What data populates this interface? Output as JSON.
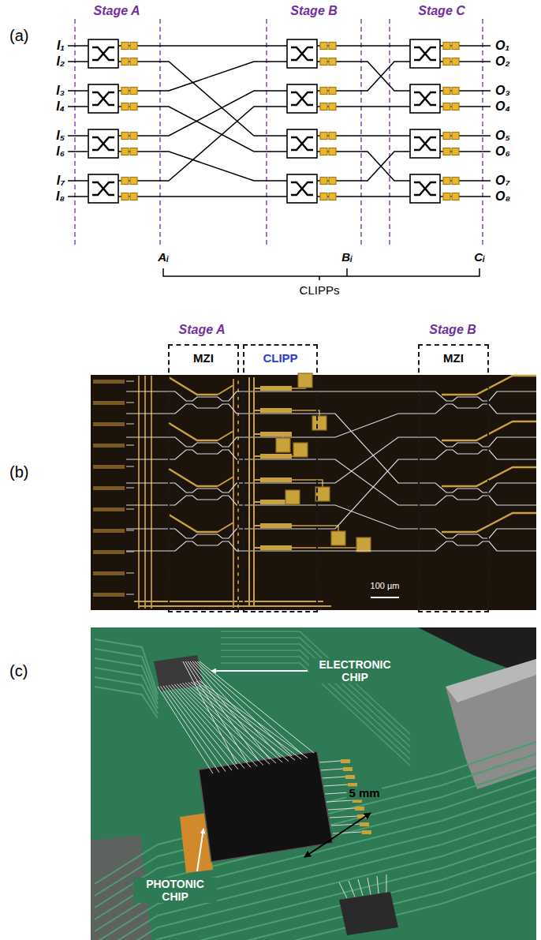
{
  "diagram": {
    "nodes": [
      {
        "text": [
          "MZI"
        ]
      },
      {
        "text": [
          "CLIPP"
        ]
      },
      {
        "text": [
          "MZI"
        ]
      }
    ],
    "labels": [
      "(a)",
      "Stage A",
      "Stage B",
      "Stage C",
      "I₁",
      "I₂",
      "I₃",
      "I₄",
      "I₅",
      "I₆",
      "I₇",
      "I₈",
      "O₁",
      "O₂",
      "O₃",
      "O₄",
      "O₅",
      "O₆",
      "O₇",
      "O₈",
      "Aᵢ",
      "Bᵢ",
      "Cᵢ",
      "CLIPPs",
      "(b)",
      "Stage A",
      "Stage B",
      "100 µm",
      "(c)",
      "ELECTRONIC CHIP",
      "PHOTONIC CHIP",
      "5 mm"
    ]
  }
}
